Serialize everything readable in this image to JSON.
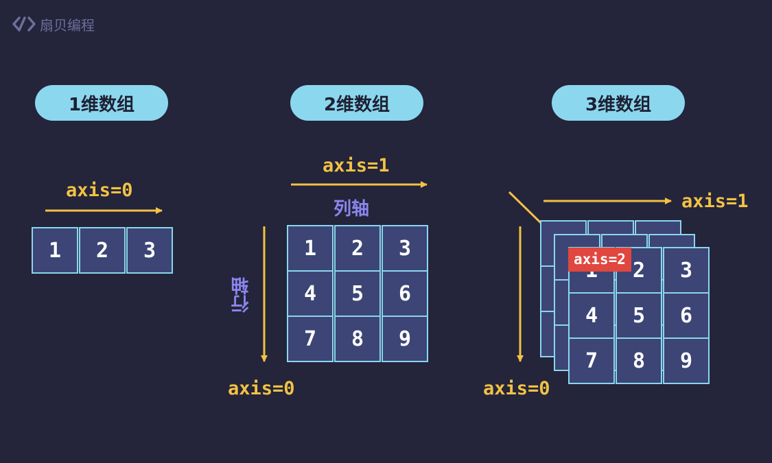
{
  "brand": {
    "name": "扇贝编程",
    "icon": "code-brackets-icon",
    "color": "#6b6f9c"
  },
  "colors": {
    "background": "#24243a",
    "pill": "#8bd7ee",
    "cell_fill": "#3c4575",
    "cell_border": "#8bd7ee",
    "arrow": "#f2c244",
    "axis_label": "#f2c244",
    "chinese_label": "#8b86ee",
    "axis2_badge": "#e0473f"
  },
  "panels": [
    {
      "title": "1维数组",
      "axis0": "axis=0",
      "cells": [
        "1",
        "2",
        "3"
      ]
    },
    {
      "title": "2维数组",
      "axis1": "axis=1",
      "col_label": "列轴",
      "row_label": "行轴",
      "axis0": "axis=0",
      "cells": [
        "1",
        "2",
        "3",
        "4",
        "5",
        "6",
        "7",
        "8",
        "9"
      ]
    },
    {
      "title": "3维数组",
      "axis1": "axis=1",
      "axis2": "axis=2",
      "axis0": "axis=0",
      "cells": [
        "1",
        "2",
        "3",
        "4",
        "5",
        "6",
        "7",
        "8",
        "9"
      ]
    }
  ]
}
